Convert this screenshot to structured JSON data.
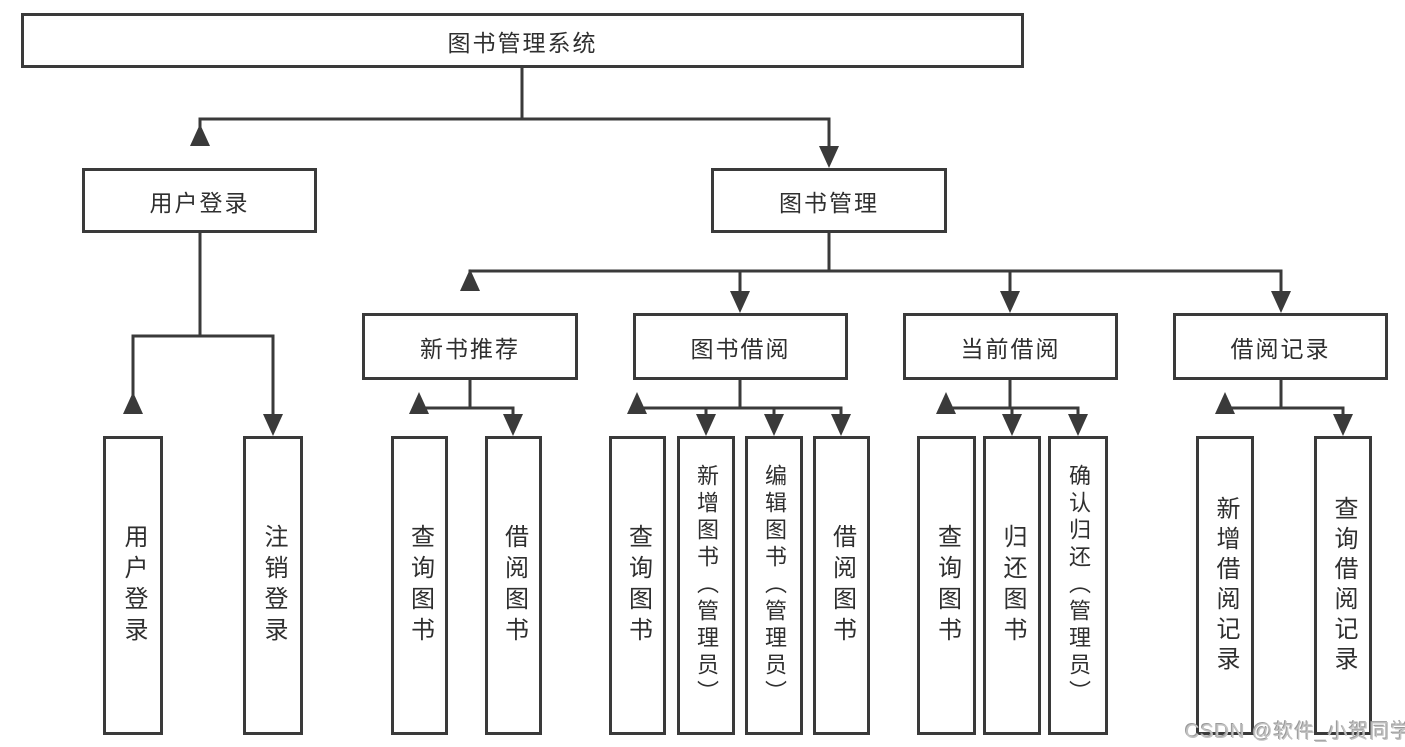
{
  "root": {
    "label": "图书管理系统"
  },
  "branches": [
    {
      "label": "用户登录",
      "leaves": [
        {
          "label": "用户登录"
        },
        {
          "label": "注销登录"
        }
      ]
    },
    {
      "label": "图书管理",
      "groups": [
        {
          "label": "新书推荐",
          "leaves": [
            {
              "label": "查询图书"
            },
            {
              "label": "借阅图书"
            }
          ]
        },
        {
          "label": "图书借阅",
          "leaves": [
            {
              "label": "查询图书"
            },
            {
              "label": "新增图书（管理员）"
            },
            {
              "label": "编辑图书（管理员）"
            },
            {
              "label": "借阅图书"
            }
          ]
        },
        {
          "label": "当前借阅",
          "leaves": [
            {
              "label": "查询图书"
            },
            {
              "label": "归还图书"
            },
            {
              "label": "确认归还（管理员）"
            }
          ]
        },
        {
          "label": "借阅记录",
          "leaves": [
            {
              "label": "新增借阅记录"
            },
            {
              "label": "查询借阅记录"
            }
          ]
        }
      ]
    }
  ],
  "watermark": {
    "text": "CSDN @软件_小贺同学"
  },
  "colors": {
    "line": "#3a3a3a",
    "text": "#2f2f2f",
    "background": "#ffffff",
    "watermark": "#c2c2c2"
  }
}
